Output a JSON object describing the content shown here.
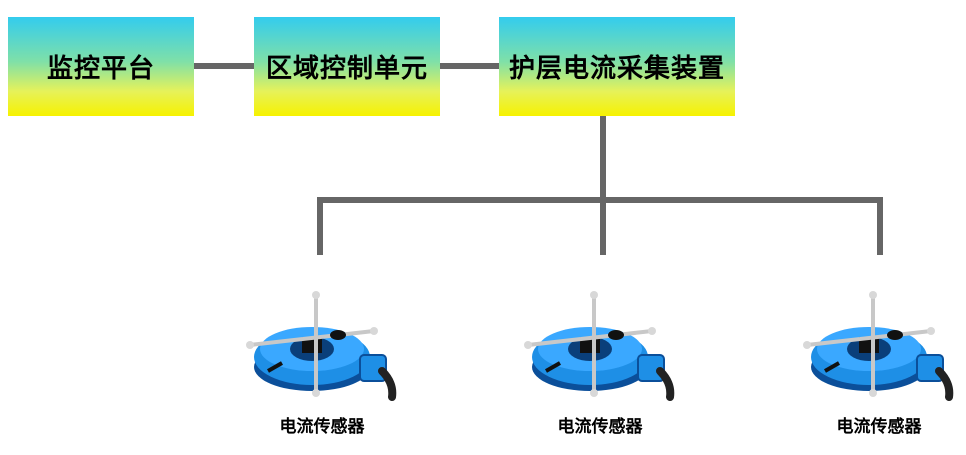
{
  "nodes": {
    "monitor_platform": "监控平台",
    "area_control_unit": "区域控制单元",
    "sheath_current_device": "护层电流采集装置"
  },
  "sensors": [
    {
      "label": "电流传感器"
    },
    {
      "label": "电流传感器"
    },
    {
      "label": "电流传感器"
    }
  ],
  "colors": {
    "box_top": "#33ccee",
    "box_bottom": "#f6f200",
    "connector": "#666666",
    "sensor_body": "#1e8fe6"
  }
}
